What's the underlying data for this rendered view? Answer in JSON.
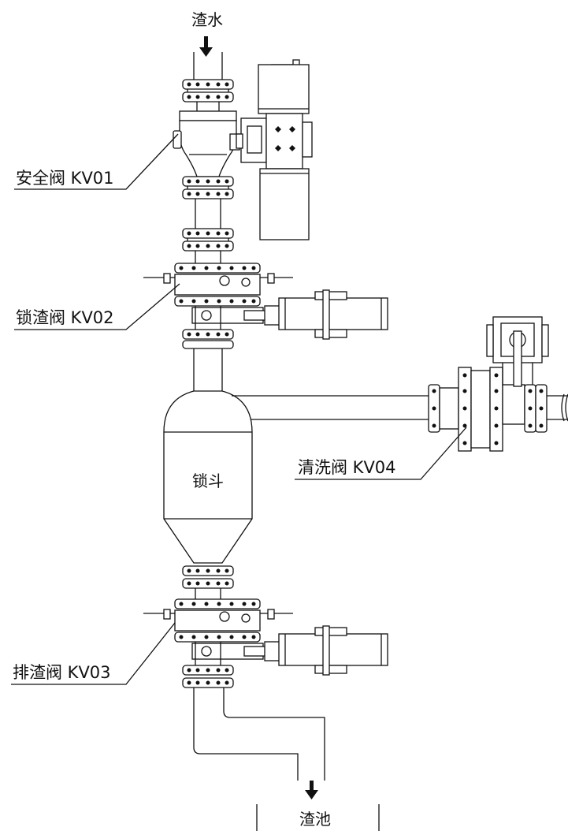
{
  "labels": {
    "inlet": "渣水",
    "outlet": "渣池",
    "hopper": "锁斗",
    "kv01": "安全阀 KV01",
    "kv02": "锁渣阀 KV02",
    "kv03": "排渣阀 KV03",
    "kv04": "清洗阀 KV04"
  },
  "icons": [
    "down-arrow-icon",
    "down-arrow-icon"
  ]
}
